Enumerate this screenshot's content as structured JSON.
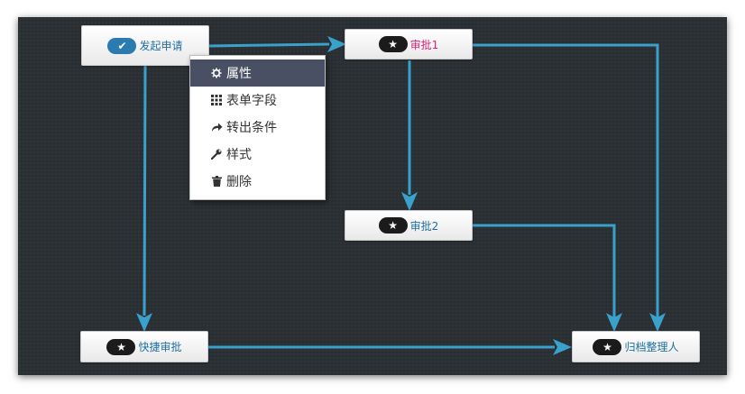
{
  "nodes": {
    "start": {
      "label": "发起申请",
      "icon": "check-icon"
    },
    "approval1": {
      "label": "审批1",
      "icon": "star-icon"
    },
    "approval2": {
      "label": "审批2",
      "icon": "star-icon"
    },
    "quick": {
      "label": "快捷审批",
      "icon": "star-icon"
    },
    "archive": {
      "label": "归档整理人",
      "icon": "star-icon"
    }
  },
  "context_menu": {
    "items": [
      {
        "label": "属性",
        "icon": "gear-icon"
      },
      {
        "label": "表单字段",
        "icon": "grid-icon"
      },
      {
        "label": "转出条件",
        "icon": "share-arrow-icon"
      },
      {
        "label": "样式",
        "icon": "wrench-icon"
      },
      {
        "label": "删除",
        "icon": "trash-icon"
      }
    ]
  },
  "colors": {
    "edge": "#3aa0cc",
    "canvas": "#2a2f33",
    "menu_active": "#4a5064",
    "pink_label": "#d6247b",
    "label": "#1f6fa0"
  }
}
